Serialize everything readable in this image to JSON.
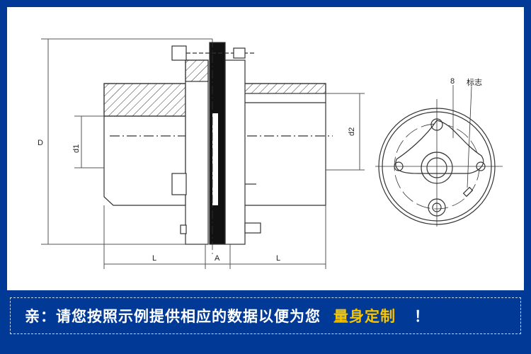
{
  "drawing": {
    "labels": {
      "D": "D",
      "d1": "d1",
      "d2": "d2",
      "L_left": "L",
      "A": "A",
      "L_right": "L",
      "part_no": "8",
      "mark": "标志"
    }
  },
  "banner": {
    "text": "亲：请您按照示例提供相应的数据以便为您",
    "highlight": "量身定制",
    "exclaim": "！",
    "highlight_color": "#f5c400",
    "background_color": "#003a96"
  }
}
